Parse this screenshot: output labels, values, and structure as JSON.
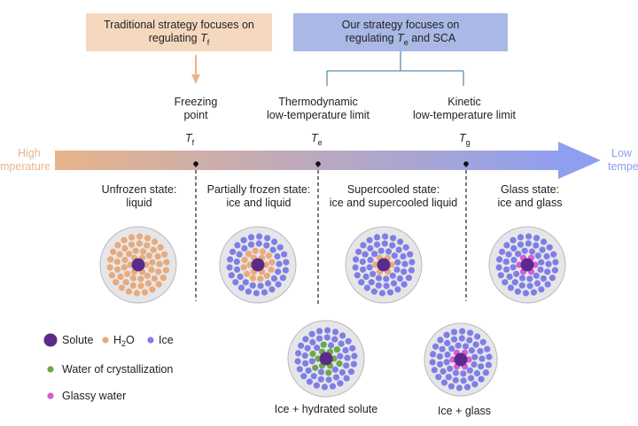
{
  "strategies": {
    "traditional": {
      "line1": "Traditional strategy focuses on",
      "line2": "regulating",
      "symbol": "T",
      "sub": "f",
      "color": "#f5d9bf"
    },
    "ours": {
      "line1": "Our strategy focuses on",
      "line2": "regulating",
      "symbol": "T",
      "sub": "e",
      "tail": "and SCA",
      "color": "#aab8e6"
    }
  },
  "points": {
    "freezing": {
      "line1": "Freezing",
      "line2": "point",
      "symbol": "T",
      "sub": "f"
    },
    "thermodynamic": {
      "line1": "Thermodynamic",
      "line2": "low-temperature limit",
      "symbol": "T",
      "sub": "e"
    },
    "kinetic": {
      "line1": "Kinetic",
      "line2": "low-temperature limit",
      "symbol": "T",
      "sub": "g"
    }
  },
  "arrow": {
    "high_line1": "High",
    "high_line2": "mperature",
    "low_line1": "Low",
    "low_line2": "tempera",
    "color_start": "#e8b48a",
    "color_end": "#8f9ff0"
  },
  "states": [
    {
      "line1": "Unfrozen state:",
      "line2": "liquid"
    },
    {
      "line1": "Partially frozen state:",
      "line2": "ice and liquid"
    },
    {
      "line1": "Supercooled state:",
      "line2": "ice and supercooled liquid"
    },
    {
      "line1": "Glass state:",
      "line2": "ice and glass"
    }
  ],
  "lower_states": [
    {
      "label": "Ice + hydrated solute"
    },
    {
      "label": "Ice + glass"
    }
  ],
  "legend": {
    "solute": "Solute",
    "h2o_main": "H",
    "h2o_sub": "2",
    "h2o_end": "O",
    "ice": "Ice",
    "crystallization": "Water of crystallization",
    "glassy": "Glassy water"
  },
  "colors": {
    "solute": "#5b2b8a",
    "h2o": "#e9a97b",
    "ice": "#7f7ee6",
    "crystallization": "#6aa84f",
    "glassy": "#d65bd6",
    "circle_fill": "#e6e6e8",
    "circle_stroke": "#b8b8c0"
  }
}
